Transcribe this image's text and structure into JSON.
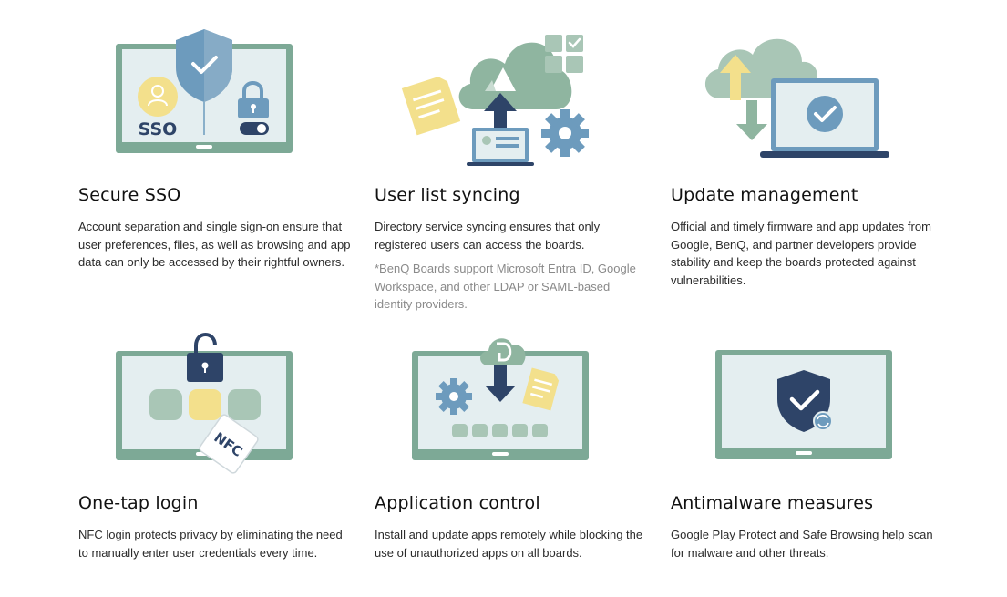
{
  "features": [
    {
      "title": "Secure SSO",
      "description": "Account separation and single sign-on ensure that user preferences, files, as well as browsing and app data can only be accessed by their rightful owners.",
      "illustration": {
        "icon": "sso-board-icon",
        "label": "SSO"
      }
    },
    {
      "title": "User list syncing",
      "description": "Directory service syncing ensures that only registered users can access the boards.",
      "note": "*BenQ Boards support Microsoft Entra ID, Google Workspace, and other LDAP or SAML-based identity providers.",
      "illustration": {
        "icon": "cloud-sync-icon"
      }
    },
    {
      "title": "Update management",
      "description": "Official and timely firmware and app updates from Google, BenQ, and partner developers provide stability and keep the boards protected against vulnerabilities.",
      "illustration": {
        "icon": "cloud-update-laptop-icon"
      }
    },
    {
      "title": "One-tap login",
      "description": "NFC login protects privacy by eliminating the need to manually enter user credentials every time.",
      "illustration": {
        "icon": "nfc-board-icon",
        "label": "NFC"
      }
    },
    {
      "title": "Application control",
      "description": "Install and update apps remotely while blocking the use of unauthorized apps on all boards.",
      "illustration": {
        "icon": "app-control-board-icon"
      }
    },
    {
      "title": "Antimalware measures",
      "description": "Google Play Protect and Safe Browsing help scan for malware and other threats.",
      "illustration": {
        "icon": "shield-board-icon"
      }
    }
  ],
  "colors": {
    "board_frame": "#7da996",
    "board_screen": "#e4eef0",
    "navy": "#2e4468",
    "steel_blue": "#6d9bbd",
    "pale_yellow": "#f3e08c",
    "sage": "#a9c6b6",
    "cloud_green": "#8fb5a0"
  }
}
